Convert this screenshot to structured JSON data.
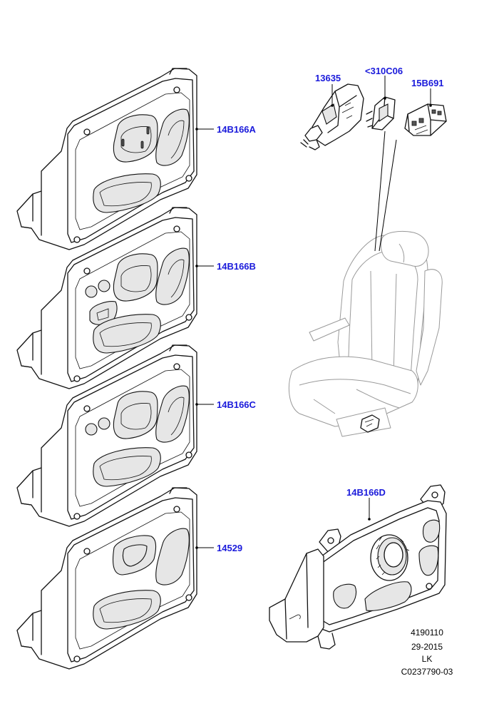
{
  "colors": {
    "label": "#1a1adb",
    "line": "#111111",
    "ghost": "#9a9a9a"
  },
  "parts": [
    {
      "id": "p1",
      "label": "14B166A",
      "description": "seat switch bezel"
    },
    {
      "id": "p2",
      "label": "14B166B",
      "description": "seat switch bezel with memory buttons"
    },
    {
      "id": "p3",
      "label": "14B166C",
      "description": "seat switch bezel with memory buttons"
    },
    {
      "id": "p4",
      "label": "14529",
      "description": "seat switch bezel"
    },
    {
      "id": "p5",
      "label": "14B166D",
      "description": "seat switch pack with rotary knob"
    },
    {
      "id": "p6",
      "label": "13635",
      "description": "seat switch"
    },
    {
      "id": "p7",
      "label": "<310C06",
      "description": "switch"
    },
    {
      "id": "p8",
      "label": "15B691",
      "description": "connector"
    }
  ],
  "footer": {
    "line1": "4190110",
    "line2": "29-2015",
    "line3": "LK",
    "line4": "C0237790-03"
  }
}
